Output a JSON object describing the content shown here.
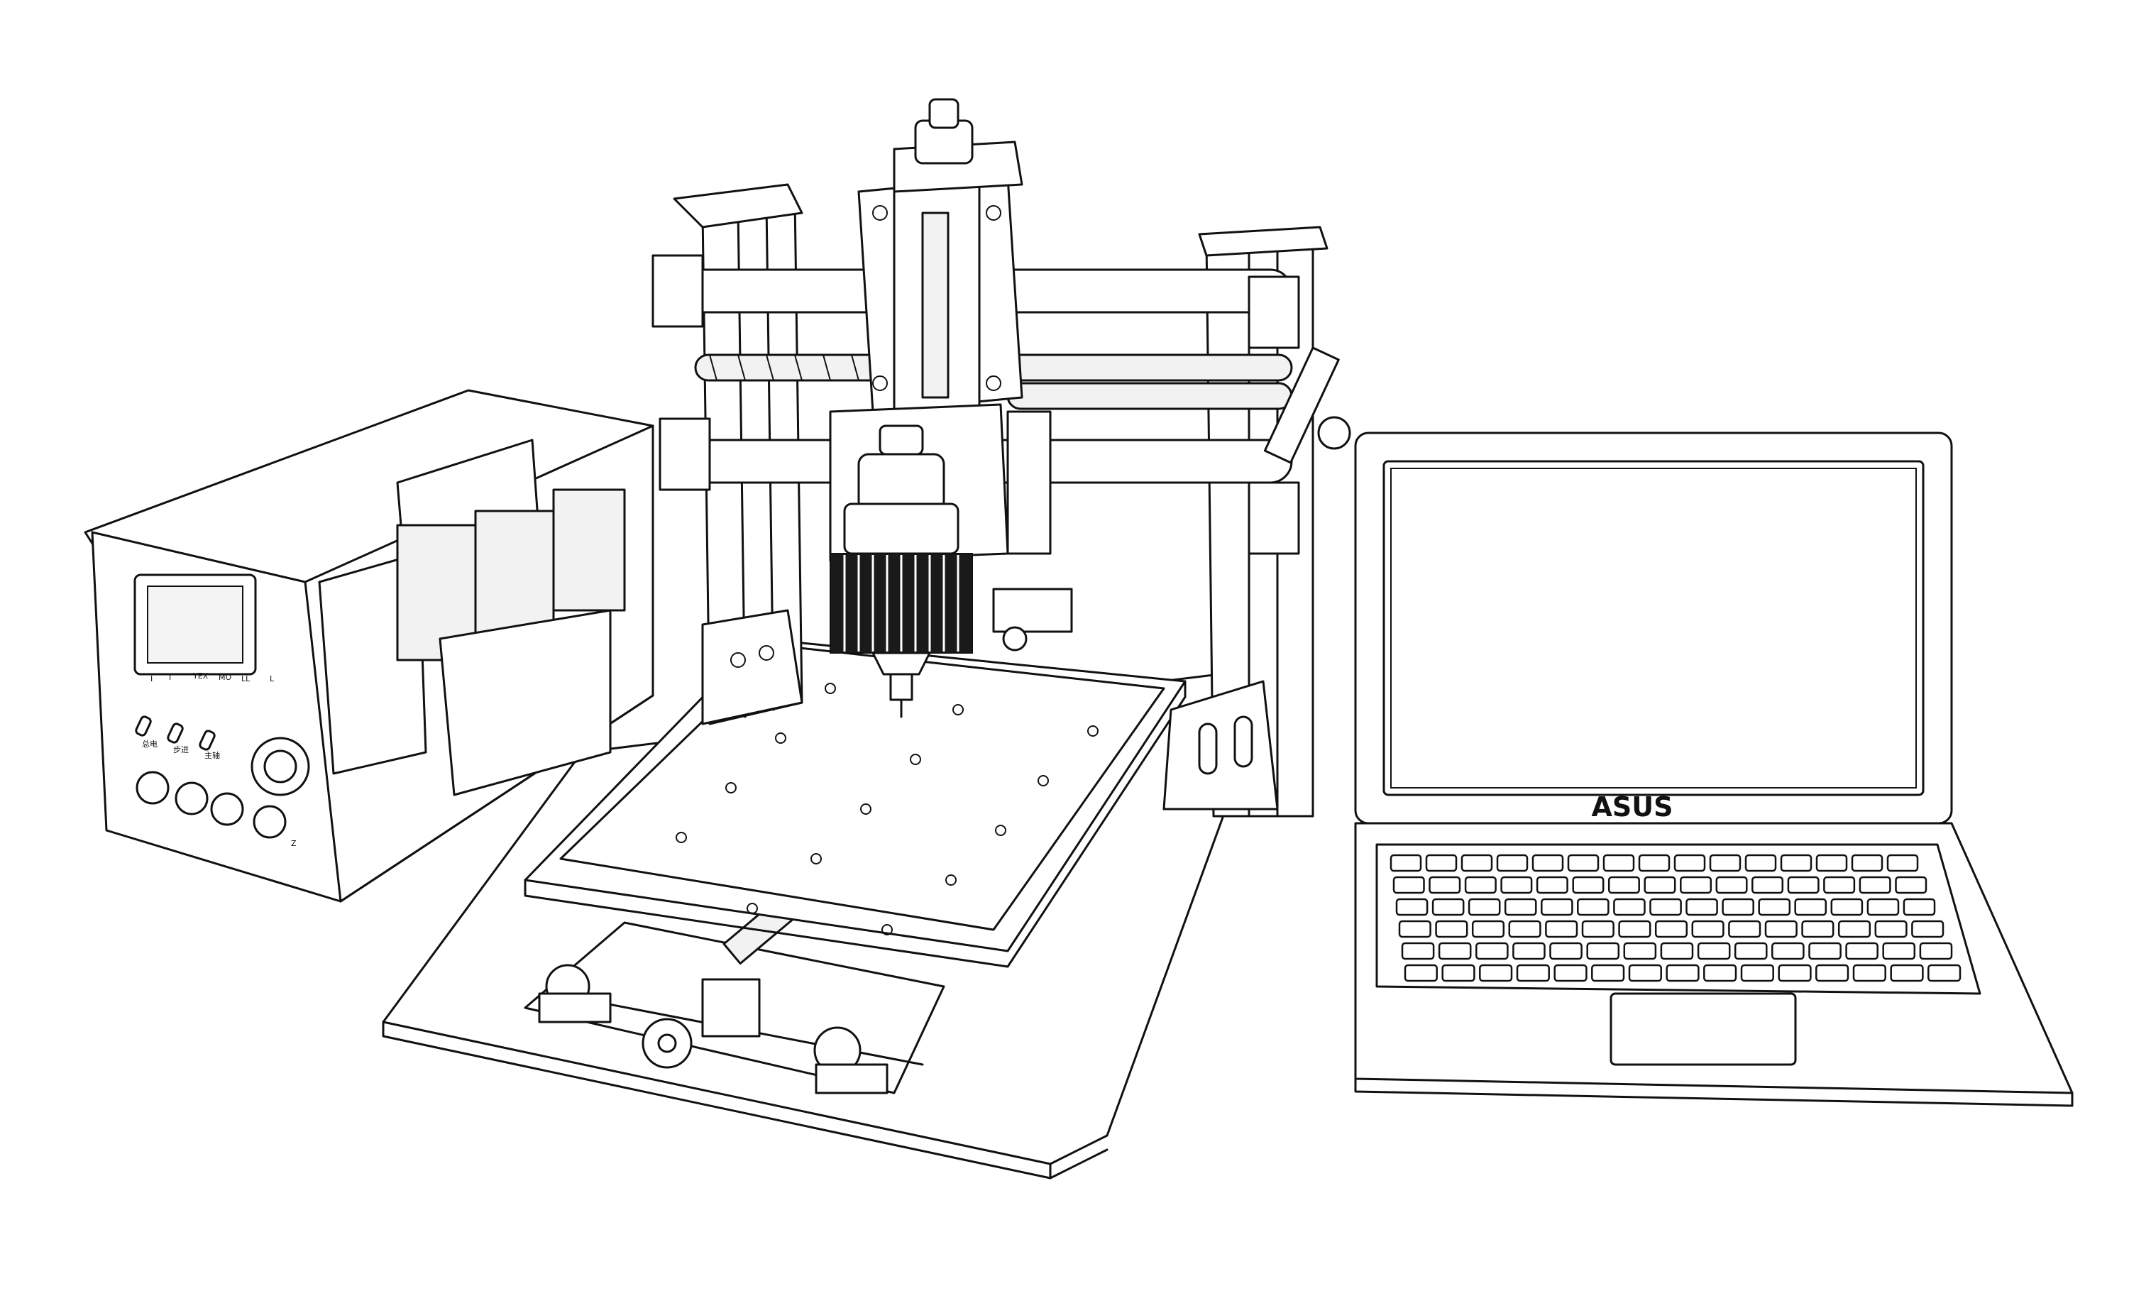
{
  "laptop": {
    "brand": "ASUS"
  },
  "controller": {
    "panel_labels": [
      "I",
      "I",
      "YEX",
      "MO",
      "LL",
      "L"
    ],
    "switch_labels": [
      "总电",
      "步进",
      "主轴"
    ],
    "knob_label": "Z"
  },
  "colors": {
    "line": "#111111",
    "background": "#ffffff",
    "heatsink": "#1a1a1a"
  }
}
